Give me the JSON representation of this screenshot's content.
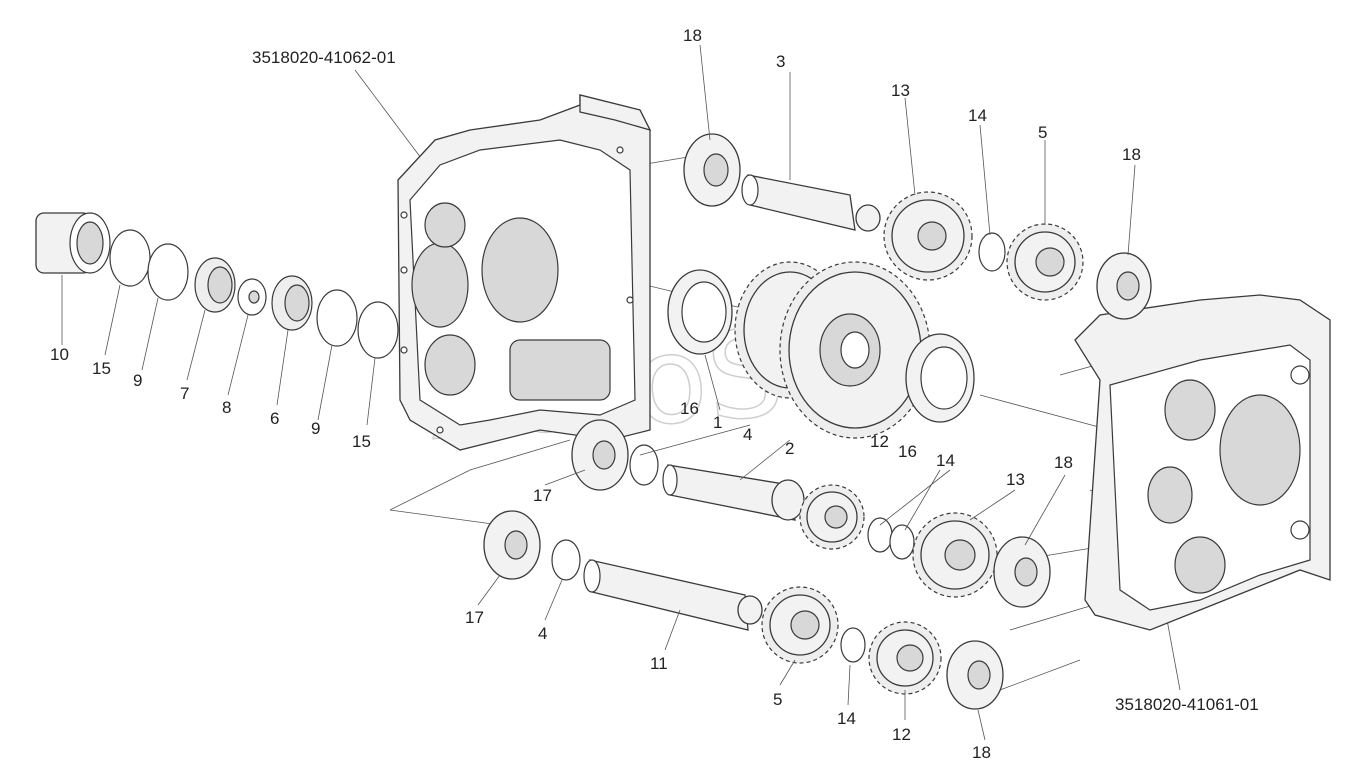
{
  "diagram": {
    "assembly_labels": {
      "left_housing": "3518020-41062-01",
      "right_housing": "3518020-41061-01"
    },
    "watermark": "AutoSoft",
    "callouts": [
      {
        "id": "c10",
        "text": "10"
      },
      {
        "id": "c15a",
        "text": "15"
      },
      {
        "id": "c9a",
        "text": "9"
      },
      {
        "id": "c7",
        "text": "7"
      },
      {
        "id": "c8",
        "text": "8"
      },
      {
        "id": "c6",
        "text": "6"
      },
      {
        "id": "c9b",
        "text": "9"
      },
      {
        "id": "c15b",
        "text": "15"
      },
      {
        "id": "c18a",
        "text": "18"
      },
      {
        "id": "c3",
        "text": "3"
      },
      {
        "id": "c13a",
        "text": "13"
      },
      {
        "id": "c14a",
        "text": "14"
      },
      {
        "id": "c5a",
        "text": "5"
      },
      {
        "id": "c18b",
        "text": "18"
      },
      {
        "id": "c16a",
        "text": "16"
      },
      {
        "id": "c1",
        "text": "1"
      },
      {
        "id": "c4a",
        "text": "4"
      },
      {
        "id": "c2",
        "text": "2"
      },
      {
        "id": "c12a",
        "text": "12"
      },
      {
        "id": "c16b",
        "text": "16"
      },
      {
        "id": "c14b",
        "text": "14"
      },
      {
        "id": "c13b",
        "text": "13"
      },
      {
        "id": "c18c",
        "text": "18"
      },
      {
        "id": "c17a",
        "text": "17"
      },
      {
        "id": "c17b",
        "text": "17"
      },
      {
        "id": "c4b",
        "text": "4"
      },
      {
        "id": "c11",
        "text": "11"
      },
      {
        "id": "c5b",
        "text": "5"
      },
      {
        "id": "c14c",
        "text": "14"
      },
      {
        "id": "c12b",
        "text": "12"
      },
      {
        "id": "c18d",
        "text": "18"
      }
    ]
  }
}
